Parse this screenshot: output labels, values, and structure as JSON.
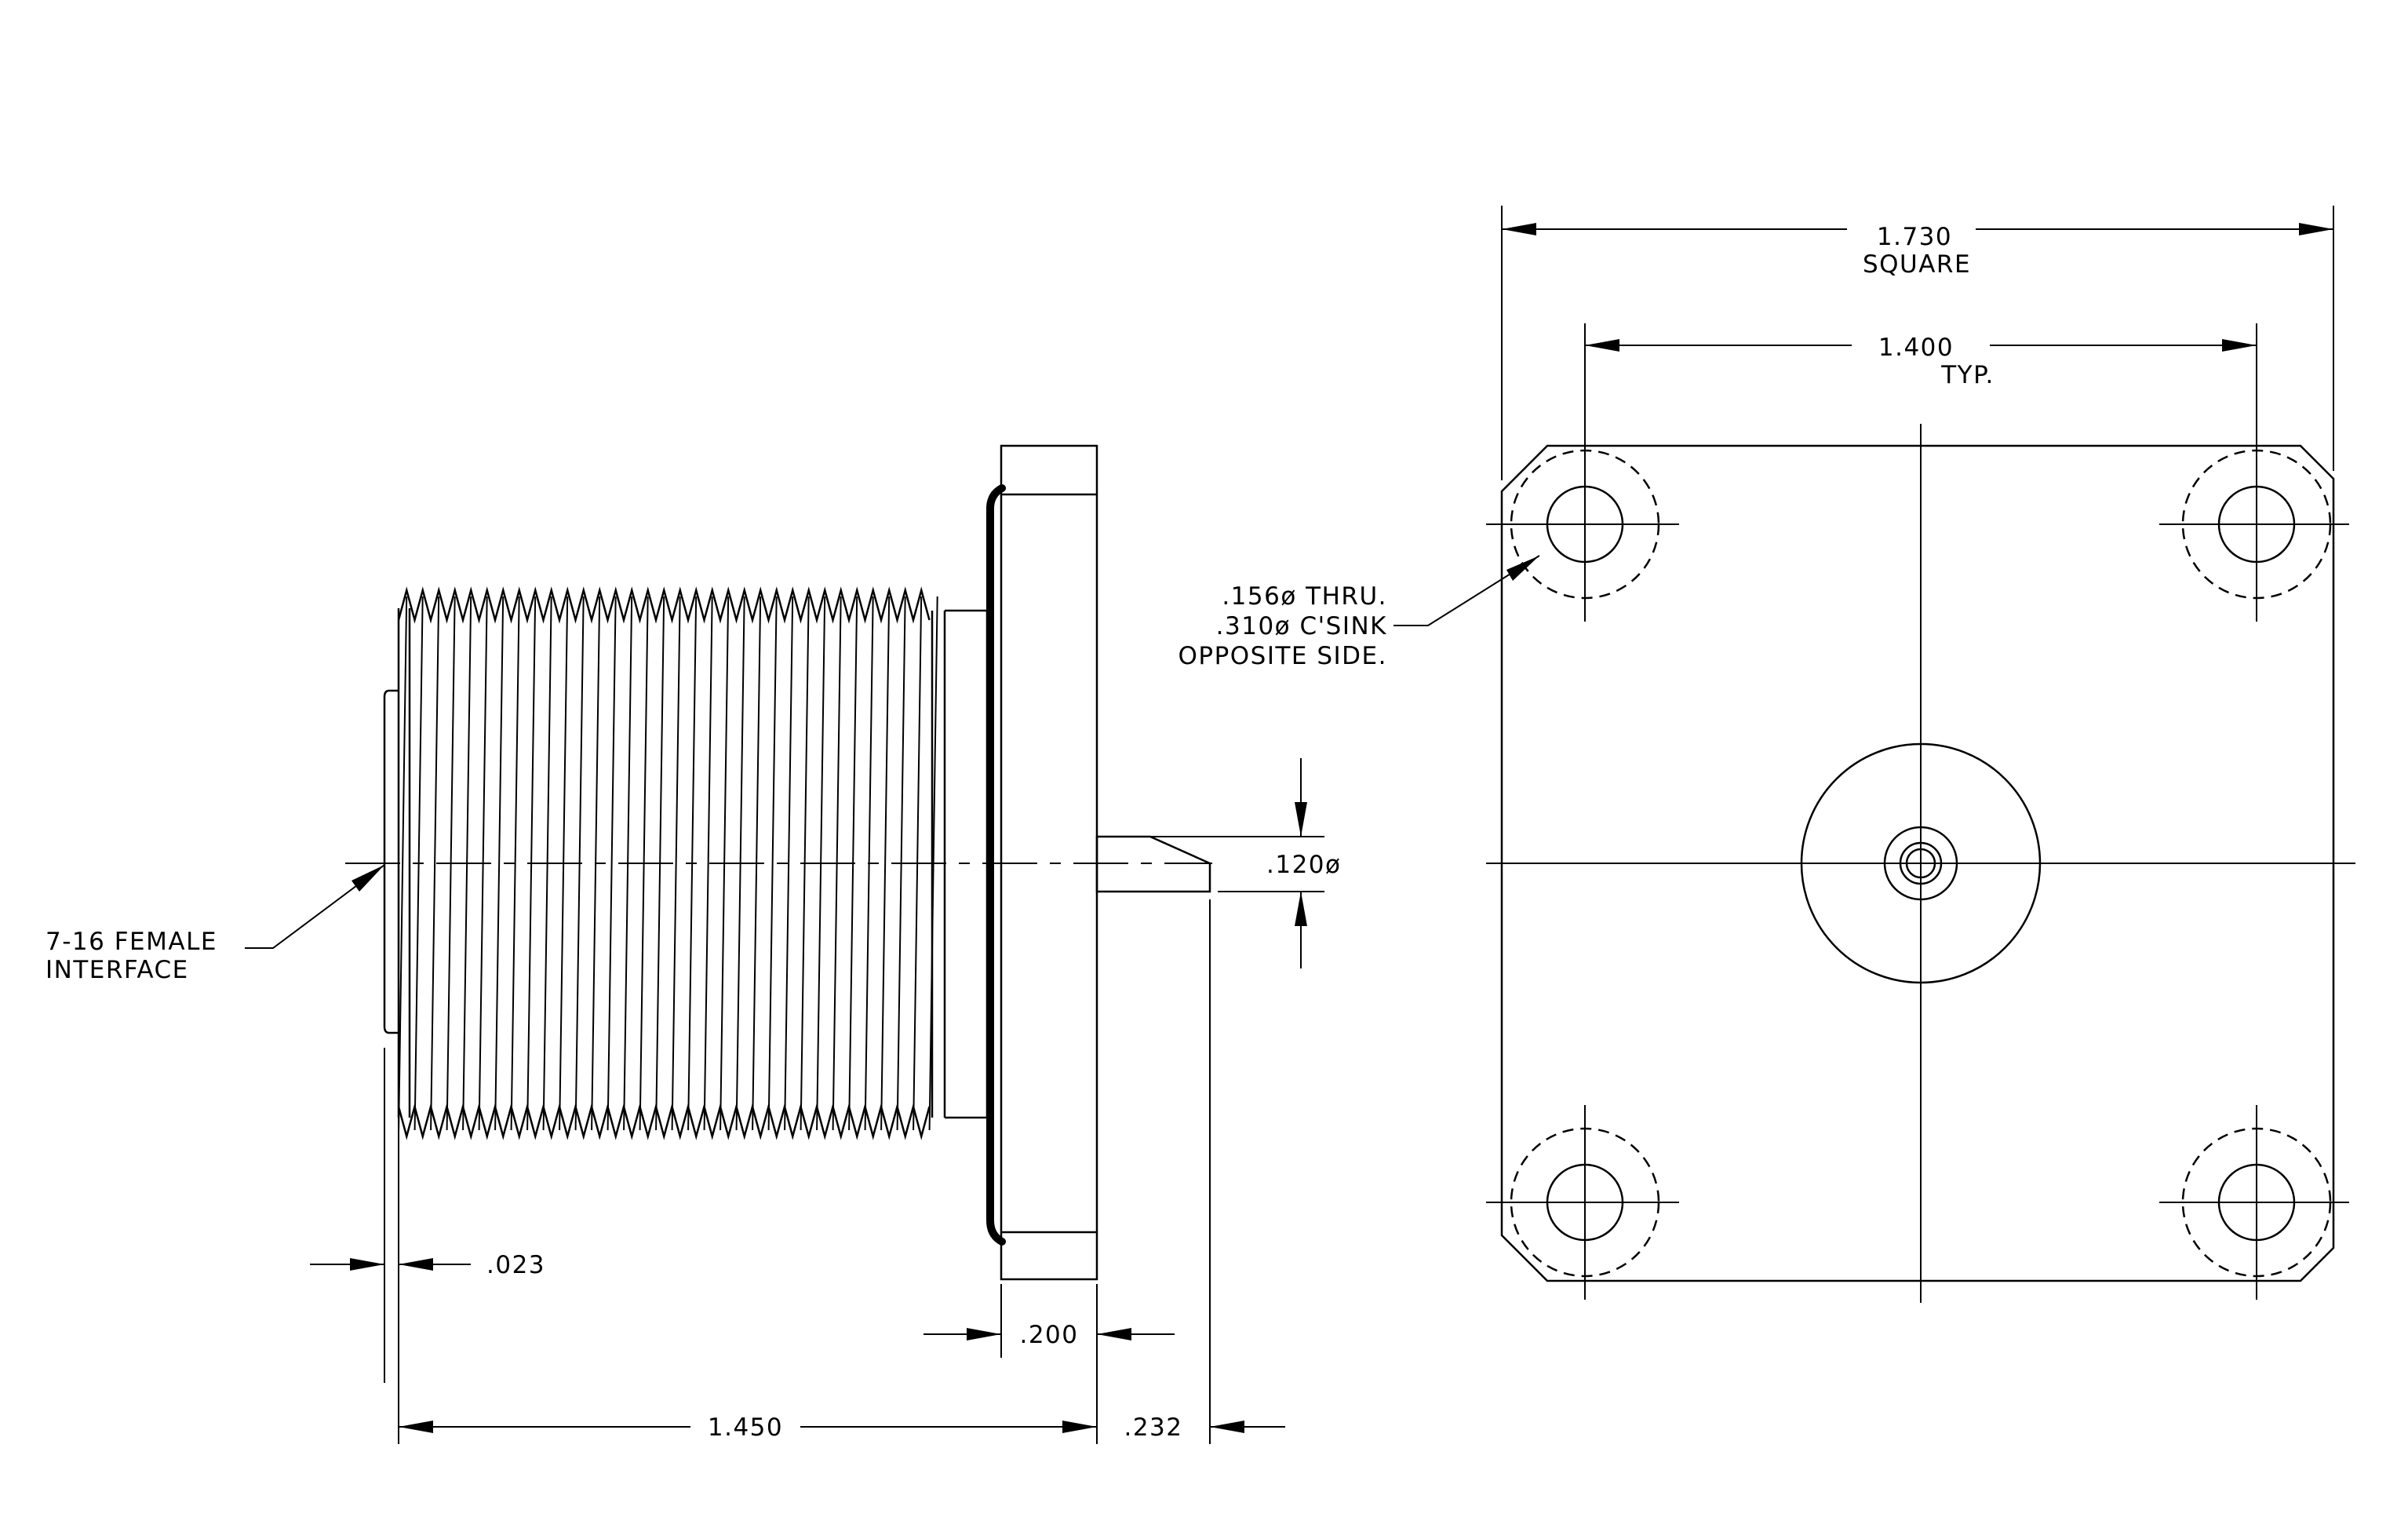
{
  "side_view": {
    "interface_note": [
      "7-16 FEMALE",
      "INTERFACE"
    ],
    "dim_face_recess": ".023",
    "dim_body_length": "1.450",
    "dim_flange_thickness": ".200",
    "dim_pin_length": ".232",
    "dim_pin_diameter": ".120ø"
  },
  "front_view": {
    "dim_flange_size": "1.730",
    "dim_flange_size_note": "SQUARE",
    "dim_hole_spacing": "1.400",
    "dim_hole_spacing_note": "TYP.",
    "hole_note": [
      ".156ø THRU.",
      ".310ø C'SINK",
      "OPPOSITE SIDE."
    ]
  }
}
